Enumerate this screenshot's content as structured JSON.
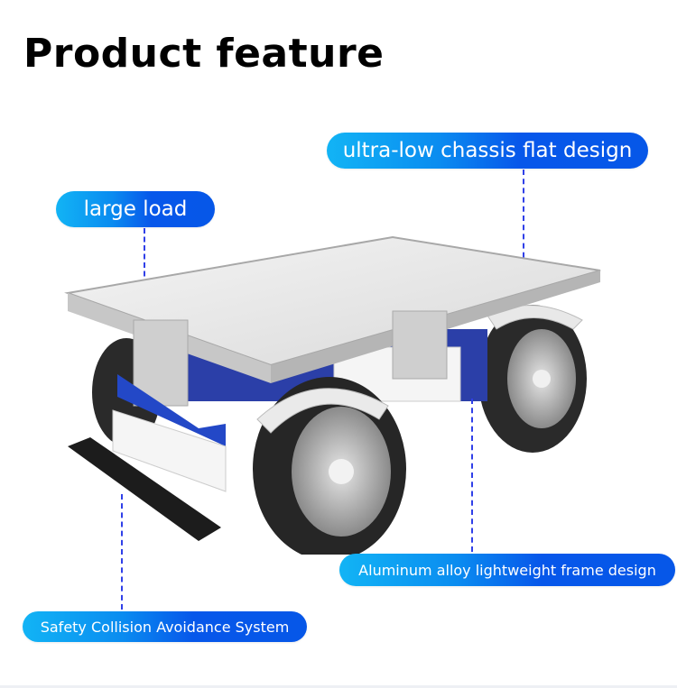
{
  "page": {
    "title": "Product feature"
  },
  "callouts": [
    {
      "id": "ultra-low-chassis",
      "label": "ultra-low chassis flat design"
    },
    {
      "id": "large-load",
      "label": "large load"
    },
    {
      "id": "aluminum-frame",
      "label": "Aluminum alloy lightweight frame design"
    },
    {
      "id": "safety-collision",
      "label": "Safety Collision Avoidance System"
    }
  ],
  "image": {
    "subject": "four-wheeled robot chassis with flat aluminum platform, blue frame, white fenders, front bumper",
    "icon": "robot-chassis-illustration"
  },
  "colors": {
    "pill_gradient_start": "#12b4f5",
    "pill_gradient_end": "#0657e8",
    "leader_line": "#3040e8",
    "title": "#000000",
    "background": "#ffffff"
  }
}
